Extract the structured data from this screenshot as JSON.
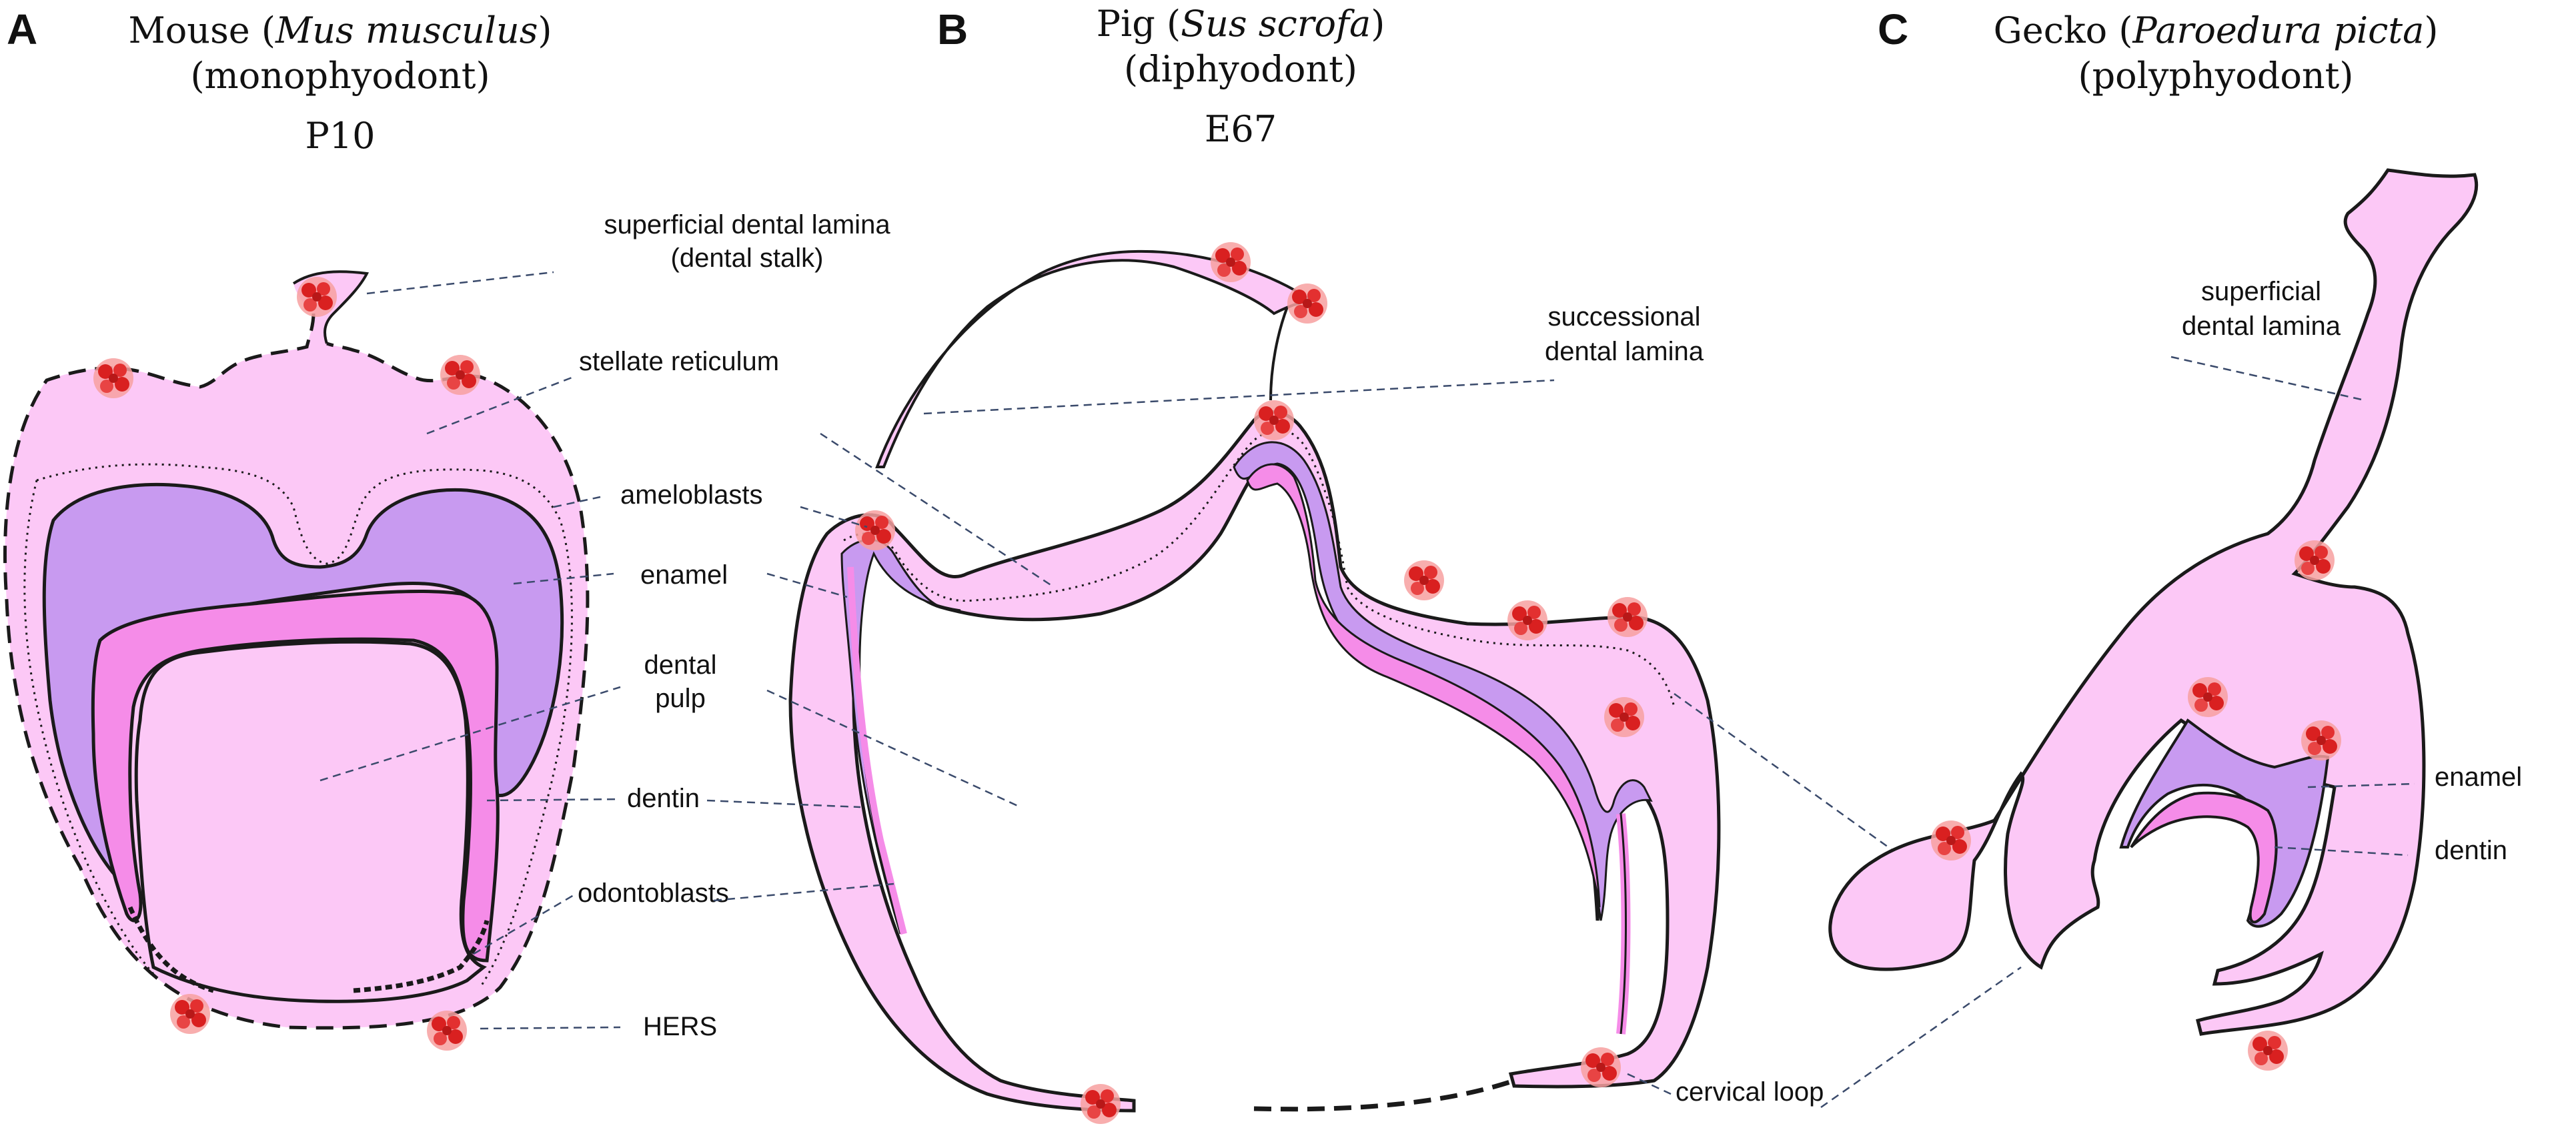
{
  "colors": {
    "pulp": "#fcc8f6",
    "enamel": "#c89af0",
    "dentin": "#f58ce8",
    "cell_light": "#f58a8a",
    "cell_dark": "#d92020",
    "leader": "#3a4a6b"
  },
  "panel_a": {
    "letter": "A",
    "title_prefix": "Mouse (",
    "title_species": "Mus musculus",
    "title_suffix": ")",
    "title_line2": "(monophyodont)",
    "title_line3": "P10",
    "labels": {
      "superficial_line1": "superficial dental lamina",
      "superficial_line2": "(dental stalk)",
      "stellate": "stellate reticulum",
      "ameloblasts": "ameloblasts",
      "enamel": "enamel",
      "pulp_line1": "dental",
      "pulp_line2": "pulp",
      "dentin": "dentin",
      "odontoblasts": "odontoblasts",
      "hers": "HERS"
    }
  },
  "panel_b": {
    "letter": "B",
    "title_prefix": "Pig (",
    "title_species": "Sus scrofa",
    "title_suffix": ")",
    "title_line2": "(diphyodont)",
    "title_line3": "E67",
    "labels": {
      "successional_line1": "successional",
      "successional_line2": "dental lamina",
      "cervical_loop": "cervical loop"
    }
  },
  "panel_c": {
    "letter": "C",
    "title_prefix": "Gecko (",
    "title_species": "Paroedura picta",
    "title_suffix": ")",
    "title_line2": "(polyphyodont)",
    "labels": {
      "superficial_line1": "superficial",
      "superficial_line2": "dental lamina",
      "enamel": "enamel",
      "dentin": "dentin"
    }
  }
}
